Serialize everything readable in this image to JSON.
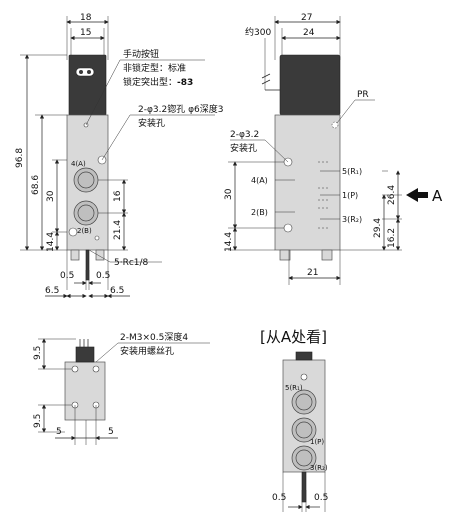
{
  "front_view": {
    "dim_width_outer": "18",
    "dim_width_inner": "15",
    "dim_total_height": "96.8",
    "dim_height_68": "68.6",
    "dim_30": "30",
    "dim_14": "14.4",
    "dim_16": "16",
    "dim_21": "21.4",
    "dim_05_left": "0.5",
    "dim_05_right": "0.5",
    "dim_65_left": "6.5",
    "dim_65_right": "6.5",
    "callout_button_line1": "手动按钮",
    "callout_button_line2": "非锁定型：标准",
    "callout_button_line3_prefix": "锁定突出型：",
    "callout_button_line3_code": "-83",
    "callout_hole_line1": "2-φ3.2锪孔 φ6深度3",
    "callout_hole_line2": "安装孔",
    "port_4a": "4(A)",
    "port_2b": "2(B)",
    "port_rc": "5·Rc1/8"
  },
  "side_view": {
    "dim_27": "27",
    "dim_24": "24",
    "dim_approx300": "约300",
    "label_pr": "PR",
    "callout_hole_line1": "2-φ3.2",
    "callout_hole_line2": "安装孔",
    "port_4a": "4(A)",
    "port_2b": "2(B)",
    "port_5": "5(R₁)",
    "port_1": "1(P)",
    "port_3": "3(R₂)",
    "dim_30": "30",
    "dim_14": "14.4",
    "dim_26": "26.4",
    "dim_29": "29.4",
    "dim_16": "16.2",
    "dim_21": "21",
    "arrow_a": "A"
  },
  "bottom_view": {
    "callout_line1": "2-M3×0.5深度4",
    "callout_line2": "安装用螺丝孔",
    "dim_95_top": "9.5",
    "dim_95_bottom": "9.5",
    "dim_5_left": "5",
    "dim_5_right": "5"
  },
  "view_a": {
    "title": "[从A处看]",
    "port_5": "5(R₁)",
    "port_1": "1(P)",
    "port_3": "3(R₂)",
    "dim_05_left": "0.5",
    "dim_05_right": "0.5"
  }
}
